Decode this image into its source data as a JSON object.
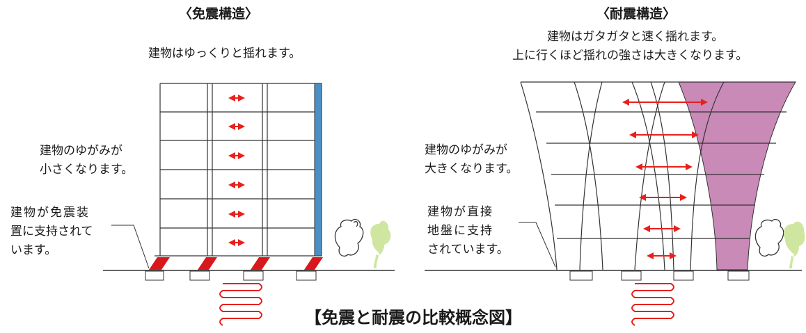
{
  "left": {
    "title": "〈免震構造〉",
    "top_note": "建物はゆっくりと揺れます。",
    "distortion_note_1": "建物のゆがみが",
    "distortion_note_2": "小さくなります。",
    "support_note_1": "建物が免震装",
    "support_note_2": "置に支持されて",
    "support_note_3": "います。"
  },
  "right": {
    "title": "〈耐震構造〉",
    "top_note_1": "建物はガタガタと速く揺れます。",
    "top_note_2": "上に行くほど揺れの強さは大きくなります。",
    "distortion_note_1": "建物のゆがみが",
    "distortion_note_2": "大きくなります。",
    "support_note_1": "建物が直接",
    "support_note_2": "地盤に支持",
    "support_note_3": "されています。"
  },
  "caption": "【免震と耐震の比較概念図】",
  "colors": {
    "arrow": "#e8201c",
    "isolator": "#d8181c",
    "blue_column": "#4a90c8",
    "pink_shade": "#c98ab8",
    "tree": "#cfe6a0",
    "line": "#333333"
  }
}
